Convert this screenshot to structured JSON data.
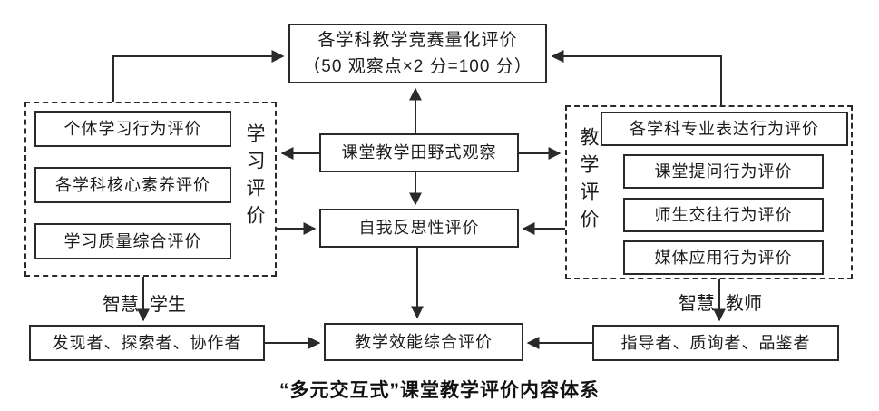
{
  "caption": "“多元交互式”课堂教学评价内容体系",
  "top_box": {
    "line1": "各学科教学竞赛量化评价",
    "line2": "（50 观察点×2 分=100 分）"
  },
  "center": {
    "field_observation": "课堂教学田野式观察",
    "self_reflection": "自我反思性评价",
    "effectiveness": "教学效能综合评价"
  },
  "learning_group": {
    "vertical_label": "学习评价",
    "items": [
      {
        "label": "个体学习行为评价"
      },
      {
        "label": "各学科核心素养评价"
      },
      {
        "label": "学习质量综合评价"
      }
    ]
  },
  "teaching_group": {
    "vertical_label": "教学评价",
    "items": [
      {
        "label": "各学科专业表达行为评价"
      },
      {
        "label": "课堂提问行为评价"
      },
      {
        "label": "师生交往行为评价"
      },
      {
        "label": "媒体应用行为评价"
      }
    ]
  },
  "student_branch": {
    "arrow_label_left": "智慧",
    "arrow_label_right": "学生",
    "roles": "发现者、探索者、协作者"
  },
  "teacher_branch": {
    "arrow_label_left": "智慧",
    "arrow_label_right": "教师",
    "roles": "指导者、质询者、品鉴者"
  },
  "colors": {
    "line": "#2a2a2a",
    "text": "#1c1c1c",
    "background": "#ffffff"
  }
}
